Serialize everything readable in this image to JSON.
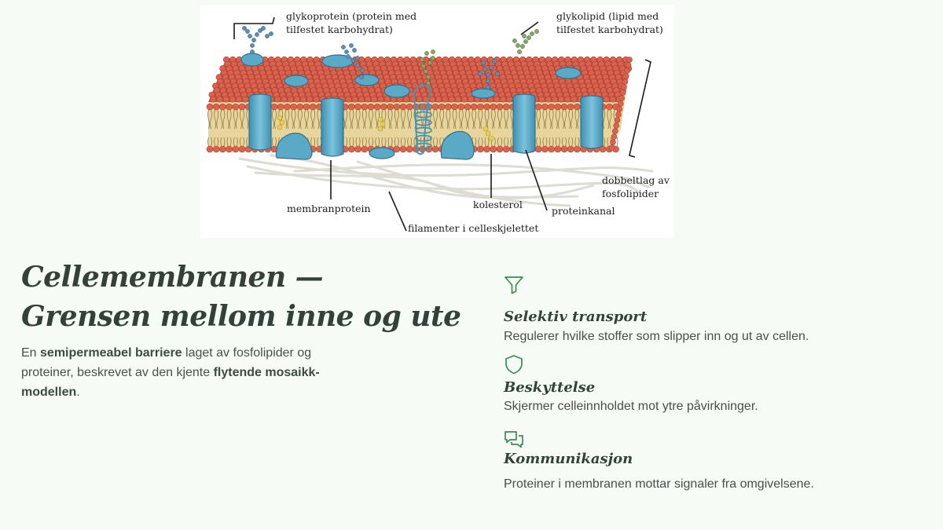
{
  "diagram": {
    "labels": {
      "glycoprotein_1": "glykoprotein (protein med",
      "glycoprotein_2": "tilfestet karbohydrat)",
      "glycolipid_1": "glykolipid (lipid med",
      "glycolipid_2": "tilfestet karbohydrat)",
      "bilayer_1": "dobbeltlag av",
      "bilayer_2": "fosfolipider",
      "membrane_protein": "membranprotein",
      "cholesterol": "kolesterol",
      "protein_channel": "proteinkanal",
      "filaments": "filamenter i celleskjelettet"
    }
  },
  "heading": {
    "title": "Cellemembranen — Grensen mellom inne og ute"
  },
  "intro": {
    "t1": "En ",
    "b1": "semipermeabel barriere",
    "t2": " laget av fosfolipider og proteiner, beskrevet av den kjente ",
    "b2": "flytende mosaikk-modellen",
    "t3": "."
  },
  "features": [
    {
      "icon": "filter-icon",
      "title": "Selektiv transport",
      "text": "Regulerer hvilke stoffer som slipper inn og ut av cellen."
    },
    {
      "icon": "shield-icon",
      "title": "Beskyttelse",
      "text": "Skjermer celleinnholdet mot ytre påvirkninger."
    },
    {
      "icon": "chat-icon",
      "title": "Kommunikasjon",
      "text": "Proteiner i membranen mottar signaler fra omgivelsene."
    }
  ],
  "colors": {
    "accent": "#3d8a55",
    "heading": "#33413a",
    "body_text": "#4a4f4d",
    "background": "#f6fbf6",
    "lipid_head": "#d9634e",
    "protein": "#5aa9c7"
  }
}
